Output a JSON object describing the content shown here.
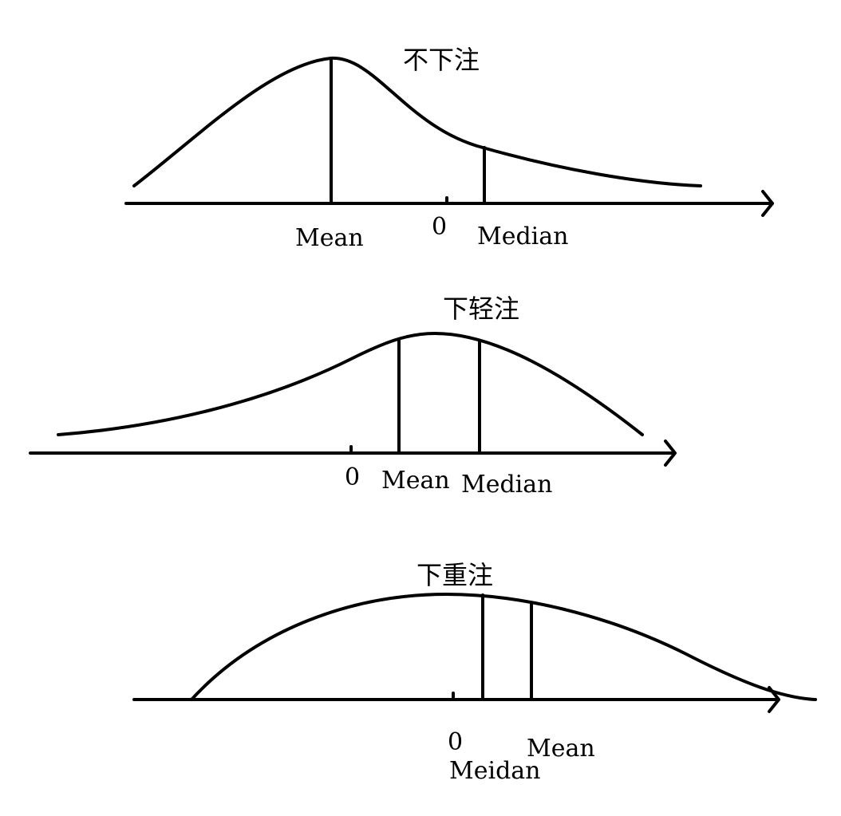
{
  "panels": [
    {
      "title": "不下注",
      "zero_label": "0",
      "markers": [
        {
          "label": "Mean"
        },
        {
          "label": "Median"
        }
      ]
    },
    {
      "title": "下轻注",
      "zero_label": "0",
      "markers": [
        {
          "label": "Mean"
        },
        {
          "label": "Median"
        }
      ]
    },
    {
      "title": "下重注",
      "zero_label": "0",
      "markers": [
        {
          "label": "Mean"
        },
        {
          "label": "Meidan"
        }
      ]
    }
  ]
}
